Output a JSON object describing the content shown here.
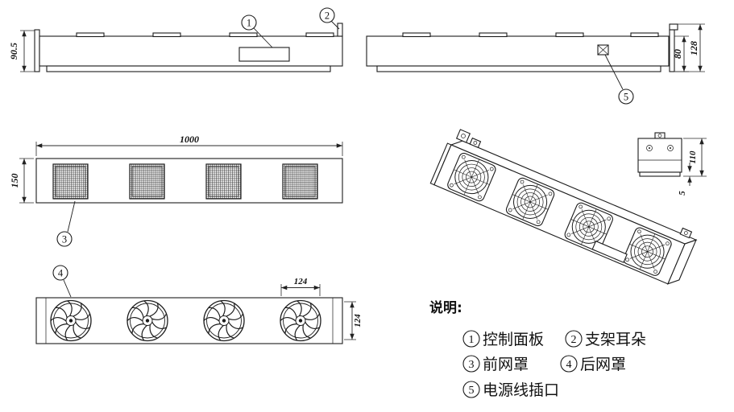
{
  "dims": {
    "side_height": "90.5",
    "back_height": "80",
    "total_height": "128",
    "length": "1000",
    "front_height": "150",
    "fan_width": "124",
    "fan_depth": "124",
    "end_height": "110",
    "lip": "5"
  },
  "callouts": {
    "c1": "1",
    "c2": "2",
    "c3": "3",
    "c4": "4",
    "c5": "5"
  },
  "legend": {
    "title": "说明:",
    "items": [
      {
        "num": "1",
        "label": "控制面板"
      },
      {
        "num": "2",
        "label": "支架耳朵"
      },
      {
        "num": "3",
        "label": "前网罩"
      },
      {
        "num": "4",
        "label": "后网罩"
      },
      {
        "num": "5",
        "label": "电源线插口"
      }
    ]
  }
}
